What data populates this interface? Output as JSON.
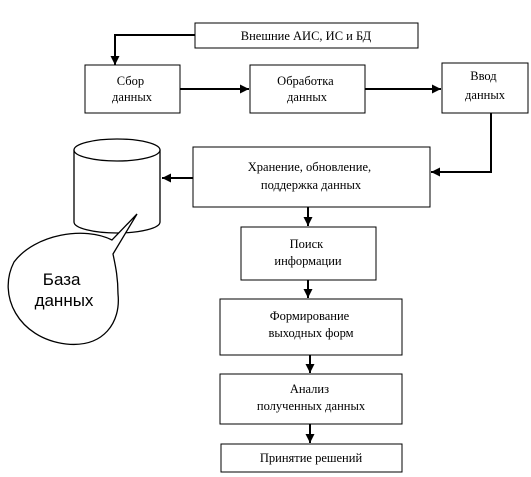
{
  "diagram": {
    "nodes": {
      "external": [
        "Внешние АИС, ИС и БД"
      ],
      "collect": [
        "Сбор",
        "данных"
      ],
      "process": [
        "Обработка",
        "данных"
      ],
      "input": [
        "Ввод",
        "данных"
      ],
      "storage": [
        "Хранение, обновление,",
        "поддержка данных"
      ],
      "search": [
        "Поиск",
        "информации"
      ],
      "forms": [
        "Формирование",
        "выходных форм"
      ],
      "analysis": [
        "Анализ",
        "полученных данных"
      ],
      "decision": [
        "Принятие решений"
      ]
    },
    "callout": [
      "База",
      "данных"
    ]
  }
}
